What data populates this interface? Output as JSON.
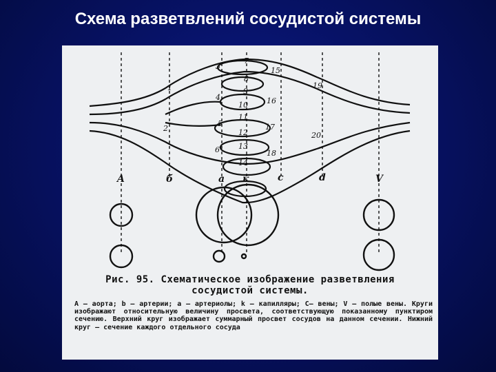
{
  "slide": {
    "title": "Схема разветвлений сосудистой системы"
  },
  "diagram": {
    "branch_numbers": [
      "1",
      "2",
      "3",
      "4",
      "5",
      "6",
      "7",
      "8",
      "9",
      "10",
      "11",
      "12",
      "13",
      "14",
      "15",
      "16",
      "17",
      "18",
      "19",
      "20"
    ],
    "section_letters": [
      "A",
      "б",
      "а",
      "к",
      "с",
      "d",
      "V"
    ],
    "caption_title_line1": "Рис. 95. Схематическое изображение разветвления",
    "caption_title_line2": "сосудистой системы.",
    "caption_body": "А — аорта; b — артерии; а — артериолы; k — капилляры; С— вены; V — полые вены. Круги изображают относительную величину просвета, соответствующую показанному пунктиром сечению. Верхний круг изображает суммарный просвет сосудов на данном сечении. Нижний круг — сечение каждого отдельного сосуда"
  },
  "colors": {
    "background": "#071266",
    "title_text": "#ffffff",
    "figure_paper": "#eef0f2",
    "ink": "#111111"
  }
}
